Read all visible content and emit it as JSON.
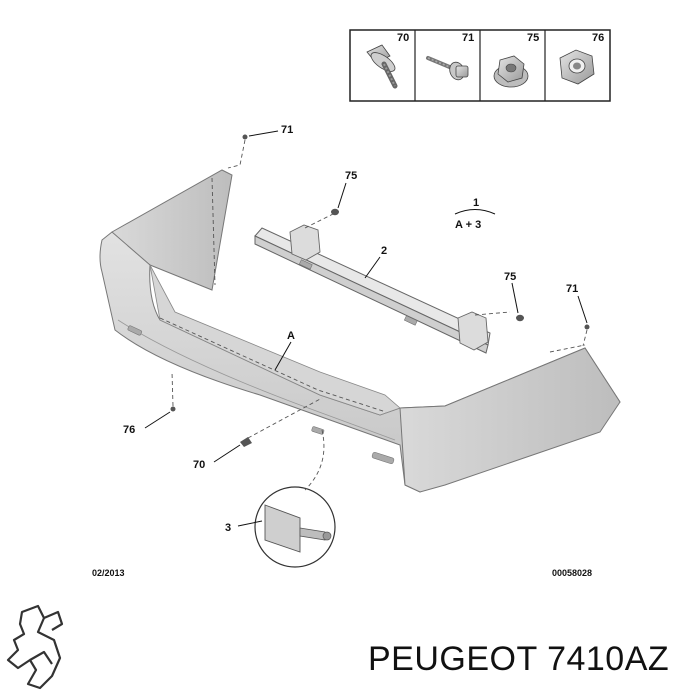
{
  "legend": {
    "items": [
      {
        "ref": "70",
        "icon": "bolt-flange-icon"
      },
      {
        "ref": "71",
        "icon": "screw-washer-icon"
      },
      {
        "ref": "75",
        "icon": "flange-nut-icon"
      },
      {
        "ref": "76",
        "icon": "hex-nut-icon"
      }
    ]
  },
  "assembly": {
    "ref": "1",
    "formula": "A + 3"
  },
  "callouts": {
    "c71_top": "71",
    "c75_top": "75",
    "c2": "2",
    "c75_right": "75",
    "c71_right": "71",
    "cA": "A",
    "c76": "76",
    "c70": "70",
    "c3": "3"
  },
  "footer": {
    "date": "02/2013",
    "drawing_no": "00058028"
  },
  "brand_text": "PEUGEOT 7410AZ"
}
